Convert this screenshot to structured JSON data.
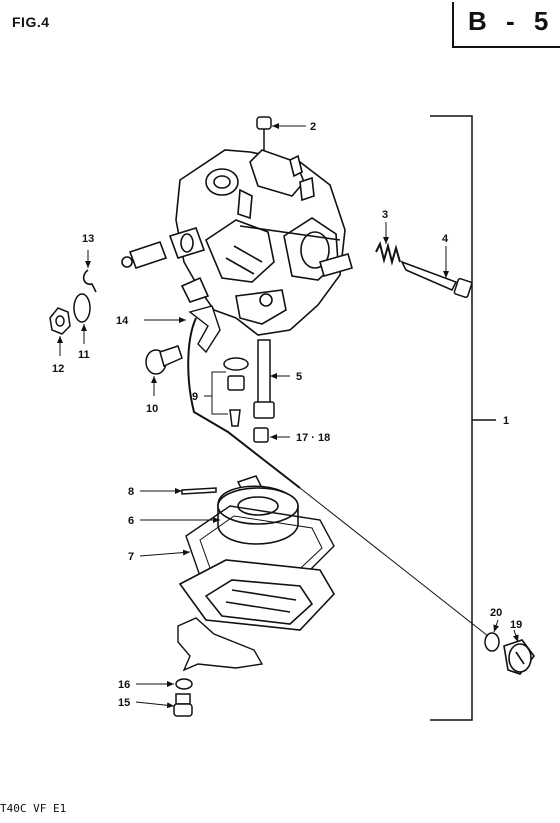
{
  "header": {
    "figure": "FIG.4",
    "section": "B - 5"
  },
  "footer": {
    "code": "T40C VF E1"
  },
  "callouts": {
    "c1": "1",
    "c2": "2",
    "c3": "3",
    "c4": "4",
    "c5": "5",
    "c6": "6",
    "c7": "7",
    "c8": "8",
    "c9": "9",
    "c10": "10",
    "c11": "11",
    "c12": "12",
    "c13": "13",
    "c14": "14",
    "c15": "15",
    "c16": "16",
    "c17_18": "17 · 18",
    "c19": "19",
    "c20": "20"
  }
}
